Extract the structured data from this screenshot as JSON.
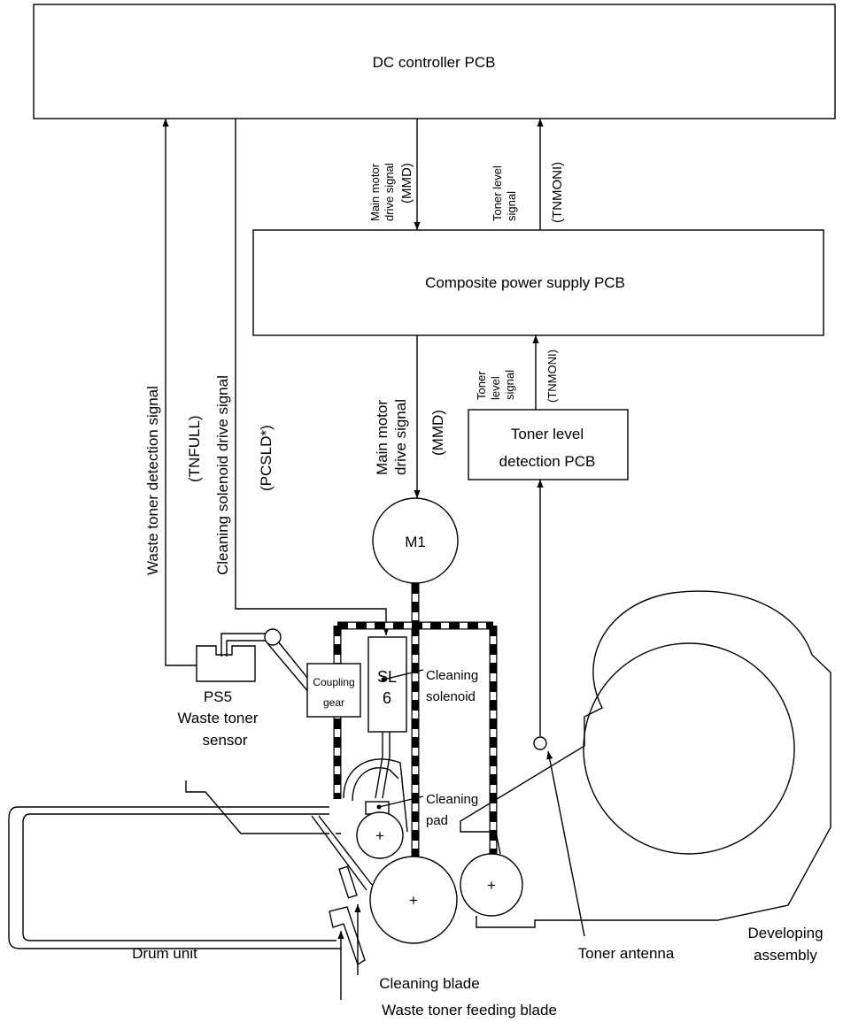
{
  "blocks": {
    "dc_controller": "DC controller PCB",
    "composite_psu": "Composite power supply PCB",
    "toner_level_pcb_line1": "Toner level",
    "toner_level_pcb_line2": "detection PCB",
    "motor": "M1"
  },
  "signals": {
    "waste_toner_detection": "Waste toner detection signal",
    "waste_toner_detection_code": "(TNFULL)",
    "cleaning_solenoid_drive": "Cleaning solenoid drive signal",
    "cleaning_solenoid_drive_code": "(PCSLD*)",
    "main_motor_upper_line1": "Main motor",
    "main_motor_upper_line2": "drive signal",
    "main_motor_upper_code": "(MMD)",
    "toner_level_upper_line1": "Toner level",
    "toner_level_upper_line2": "signal",
    "toner_level_upper_code": "(TNMONI)",
    "main_motor_lower_line1": "Main motor",
    "main_motor_lower_line2": "drive signal",
    "main_motor_lower_code": "(MMD)",
    "toner_level_lower_line1": "Toner",
    "toner_level_lower_line2": "level",
    "toner_level_lower_line3": "signal",
    "toner_level_lower_code": "(TNMONI)"
  },
  "components": {
    "ps5": "PS5",
    "waste_toner_sensor_line1": "Waste toner",
    "waste_toner_sensor_line2": "sensor",
    "coupling_gear_line1": "Coupling",
    "coupling_gear_line2": "gear",
    "sl6_line1": "SL",
    "sl6_line2": "6",
    "cleaning_solenoid_line1": "Cleaning",
    "cleaning_solenoid_line2": "solenoid",
    "cleaning_pad_line1": "Cleaning",
    "cleaning_pad_line2": "pad",
    "drum_unit": "Drum unit",
    "cleaning_blade": "Cleaning blade",
    "waste_toner_feeding_blade": "Waste toner feeding blade",
    "toner_antenna": "Toner antenna",
    "developing_assembly_line1": "Developing",
    "developing_assembly_line2": "assembly",
    "roller_plus": "+"
  }
}
